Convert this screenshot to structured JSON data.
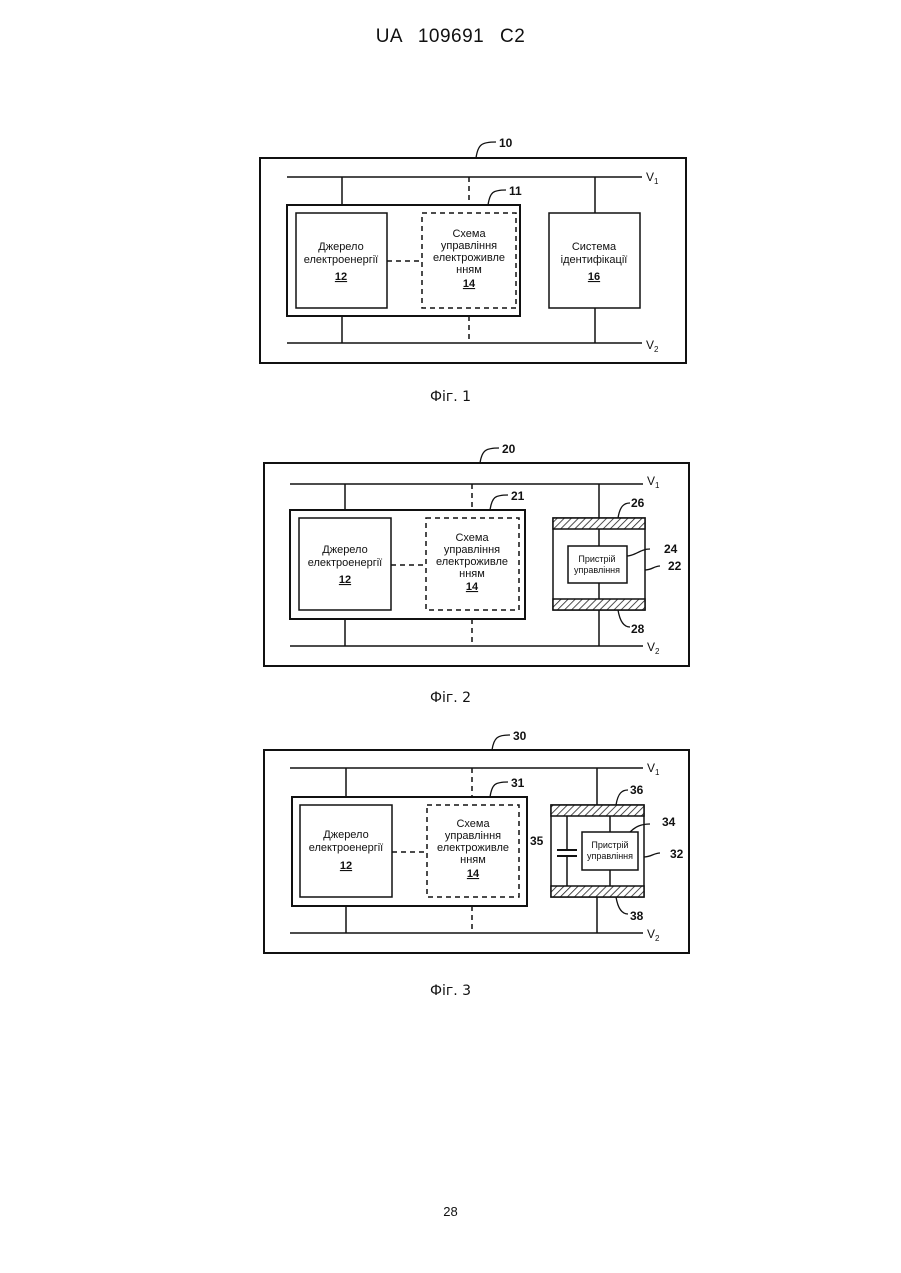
{
  "header": {
    "text": "UA   109691   C2"
  },
  "page_number": "28",
  "fig1": {
    "caption": "Фіг. 1",
    "ref_device": "10",
    "ref_circuit": "11",
    "rail_top": "V",
    "rail_top_sub": "1",
    "rail_bottom": "V",
    "rail_bottom_sub": "2",
    "power_source": {
      "line1": "Джерело",
      "line2": "електроенергії",
      "ref": "12"
    },
    "power_control": {
      "line1": "Схема",
      "line2": "управління",
      "line3": "електроживле",
      "line4": "нням",
      "ref": "14"
    },
    "identification": {
      "line1": "Система",
      "line2": "ідентифікації",
      "ref": "16"
    }
  },
  "fig2": {
    "caption": "Фіг. 2",
    "ref_device": "20",
    "ref_circuit": "21",
    "rail_top": "V",
    "rail_top_sub": "1",
    "rail_bottom": "V",
    "rail_bottom_sub": "2",
    "power_source": {
      "line1": "Джерело",
      "line2": "електроенергії",
      "ref": "12"
    },
    "power_control": {
      "line1": "Схема",
      "line2": "управління",
      "line3": "електроживле",
      "line4": "нням",
      "ref": "14"
    },
    "control_device": {
      "line1": "Пристрій",
      "line2": "управління"
    },
    "ref_control": "24",
    "ref_module": "22",
    "ref_top_contact": "26",
    "ref_bottom_contact": "28"
  },
  "fig3": {
    "caption": "Фіг. 3",
    "ref_device": "30",
    "ref_circuit": "31",
    "rail_top": "V",
    "rail_top_sub": "1",
    "rail_bottom": "V",
    "rail_bottom_sub": "2",
    "power_source": {
      "line1": "Джерело",
      "line2": "електроенергії",
      "ref": "12"
    },
    "power_control": {
      "line1": "Схема",
      "line2": "управління",
      "line3": "електроживле",
      "line4": "нням",
      "ref": "14"
    },
    "control_device": {
      "line1": "Пристрій",
      "line2": "управління"
    },
    "ref_control": "34",
    "ref_module": "32",
    "ref_capacitor": "35",
    "ref_top_contact": "36",
    "ref_bottom_contact": "38"
  }
}
